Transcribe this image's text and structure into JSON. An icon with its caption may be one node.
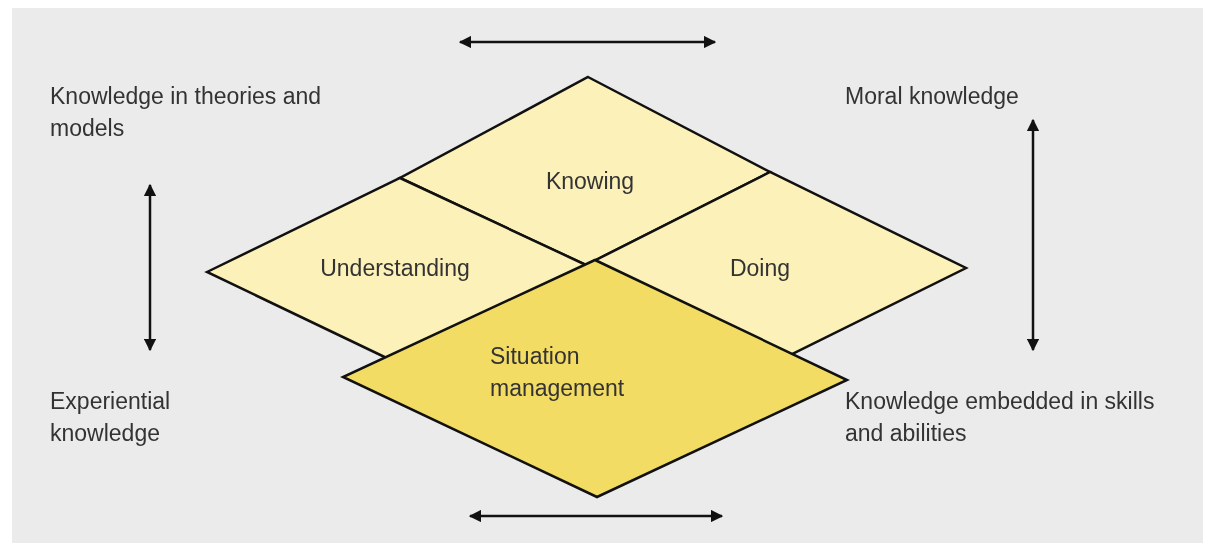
{
  "diagram": {
    "nodes": [
      {
        "text": [
          "Knowing"
        ]
      },
      {
        "text": [
          "Understanding"
        ]
      },
      {
        "text": [
          "Doing"
        ]
      },
      {
        "text": [
          "Situation management"
        ]
      },
      {
        "text": [
          "Knowledge in theories and models"
        ]
      },
      {
        "text": [
          "Moral knowledge"
        ]
      },
      {
        "text": [
          "Experiential knowledge"
        ]
      },
      {
        "text": [
          "Knowledge embedded in skills and abilities"
        ]
      }
    ],
    "edges": [
      {
        "from": 4,
        "to": 6,
        "arrow": "both"
      },
      {
        "from": 5,
        "to": 7,
        "arrow": "both"
      }
    ]
  }
}
